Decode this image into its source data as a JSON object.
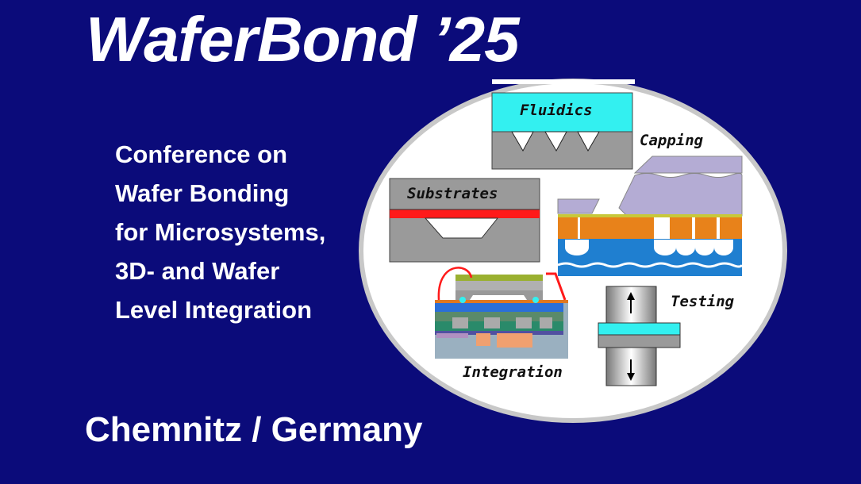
{
  "title": "WaferBond ’25",
  "subtitle_lines": [
    "Conference on",
    "Wafer Bonding",
    "for Microsystems,",
    "3D- and Wafer",
    "Level Integration"
  ],
  "location": "Chemnitz / Germany",
  "diagram": {
    "labels": {
      "fluidics": "Fluidics",
      "capping": "Capping",
      "substrates": "Substrates",
      "testing": "Testing",
      "integration": "Integration"
    }
  },
  "colors": {
    "background": "#0b0b7a",
    "cyan": "#33f0f0",
    "gray": "#9a9a9a",
    "red": "#ff1a1a",
    "orange": "#e8821a",
    "blue": "#1f7fd0",
    "lavender": "#b4acd4"
  }
}
